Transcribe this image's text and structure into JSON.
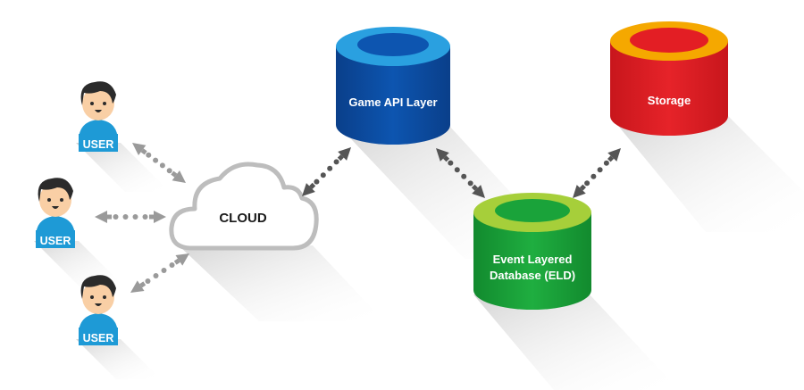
{
  "diagram": {
    "type": "architecture",
    "nodes": {
      "users": [
        {
          "id": "user1",
          "label": "USER"
        },
        {
          "id": "user2",
          "label": "USER"
        },
        {
          "id": "user3",
          "label": "USER"
        }
      ],
      "cloud": {
        "id": "cloud",
        "label": "CLOUD"
      },
      "game_api": {
        "id": "game_api",
        "label": "Game API Layer",
        "color": "#0b4ea2",
        "top_color": "#2aa0e0"
      },
      "storage": {
        "id": "storage",
        "label": "Storage",
        "color": "#e31e24",
        "top_color": "#f5a800"
      },
      "eld": {
        "id": "eld",
        "label_line1": "Event Layered",
        "label_line2": "Database (ELD)",
        "color": "#1aa33a",
        "top_color": "#a6cf3a"
      }
    },
    "edges": [
      {
        "from": "user1",
        "to": "cloud",
        "style": "dotted-bidirectional"
      },
      {
        "from": "user2",
        "to": "cloud",
        "style": "dotted-bidirectional"
      },
      {
        "from": "user3",
        "to": "cloud",
        "style": "dotted-bidirectional"
      },
      {
        "from": "cloud",
        "to": "game_api",
        "style": "dotted-bidirectional"
      },
      {
        "from": "game_api",
        "to": "eld",
        "style": "dotted-bidirectional"
      },
      {
        "from": "eld",
        "to": "storage",
        "style": "dotted-bidirectional"
      }
    ],
    "colors": {
      "user_shirt": "#1e9ad6",
      "user_skin": "#f9cfa5",
      "user_hair": "#2b2b2b",
      "arrow_light": "#9a9a9a",
      "arrow_dark": "#555555",
      "cloud_stroke": "#bdbdbd"
    }
  }
}
